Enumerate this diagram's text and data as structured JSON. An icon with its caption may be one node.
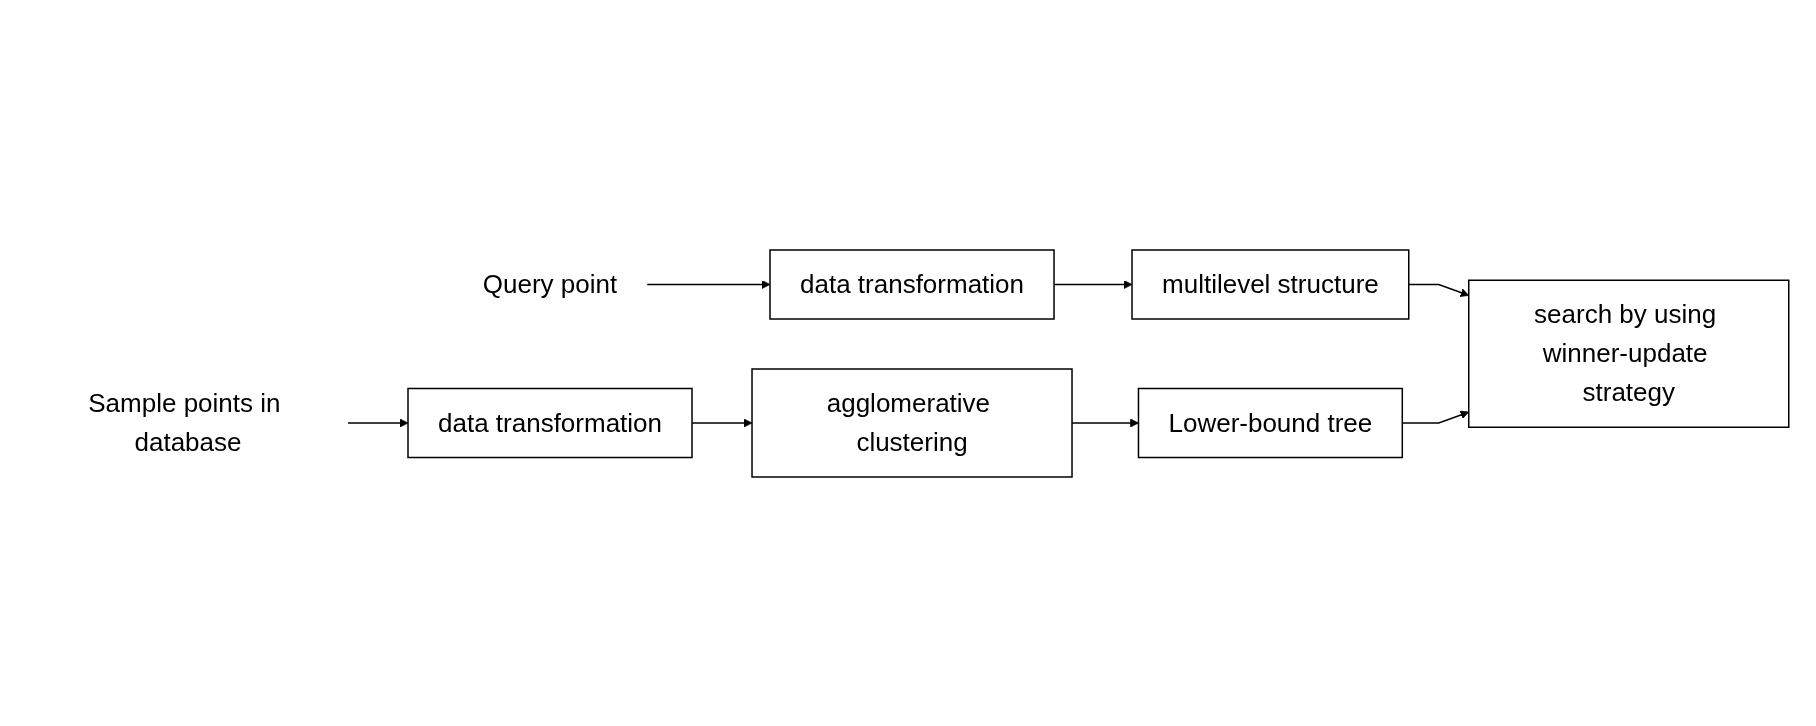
{
  "diagram": {
    "nodes": [
      {
        "text": [
          "Sample points in database"
        ]
      },
      {
        "text": [
          "data transformation"
        ]
      },
      {
        "text": [
          "agglomerative clustering"
        ]
      },
      {
        "text": [
          "Lower-bound tree"
        ]
      },
      {
        "text": [
          "Query point"
        ]
      },
      {
        "text": [
          "data transformation"
        ]
      },
      {
        "text": [
          "multilevel structure"
        ]
      },
      {
        "text": [
          "search by using winner-update strategy"
        ]
      }
    ],
    "edges": [
      {
        "from": 0,
        "to": 1,
        "arrow": "to"
      },
      {
        "from": 1,
        "to": 2,
        "arrow": "to"
      },
      {
        "from": 2,
        "to": 3,
        "arrow": "to"
      },
      {
        "from": 4,
        "to": 5,
        "arrow": "to"
      },
      {
        "from": 5,
        "to": 6,
        "arrow": "to"
      },
      {
        "from": 6,
        "to": 7,
        "arrow": "to"
      },
      {
        "from": 3,
        "to": 7,
        "arrow": "to"
      }
    ]
  }
}
